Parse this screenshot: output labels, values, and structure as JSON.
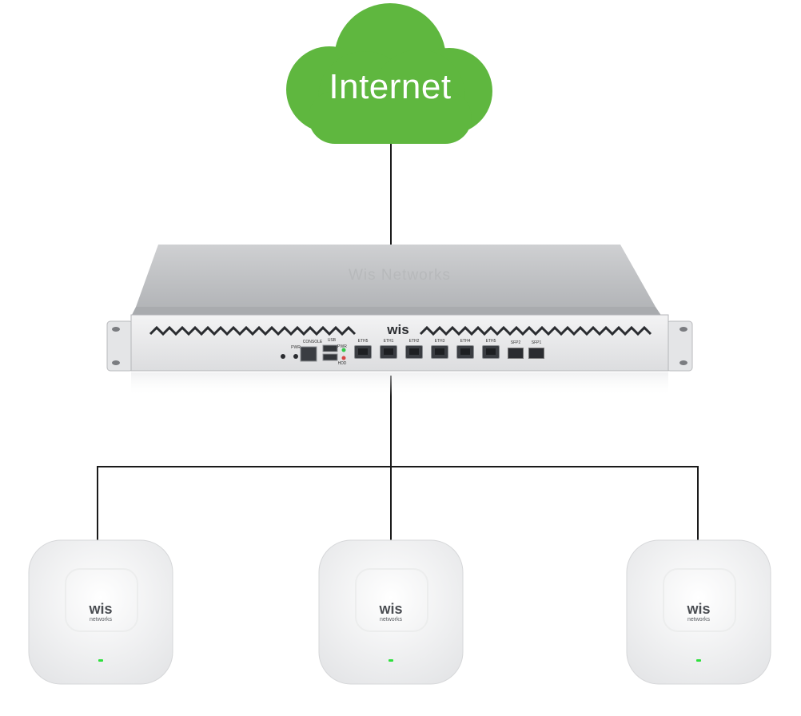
{
  "cloud": {
    "label": "Internet",
    "color": "#5fb73f"
  },
  "router": {
    "brand_top": "Wis Networks",
    "front_logo": "wis",
    "labels": {
      "pwr_button": "PWR",
      "console": "CONSOLE",
      "usb": "USB",
      "pwr_led": "PWR",
      "hdd_led": "HDD",
      "ports": [
        "ETH5",
        "ETH1",
        "ETH2",
        "ETH3",
        "ETH4",
        "ETH5"
      ],
      "sfp": [
        "SFP2",
        "SFP1"
      ]
    }
  },
  "access_points": [
    {
      "logo": "wis",
      "sub": "networks"
    },
    {
      "logo": "wis",
      "sub": "networks"
    },
    {
      "logo": "wis",
      "sub": "networks"
    }
  ],
  "colors": {
    "link": "#1a1a1a",
    "led_on": "#2ee03c"
  }
}
